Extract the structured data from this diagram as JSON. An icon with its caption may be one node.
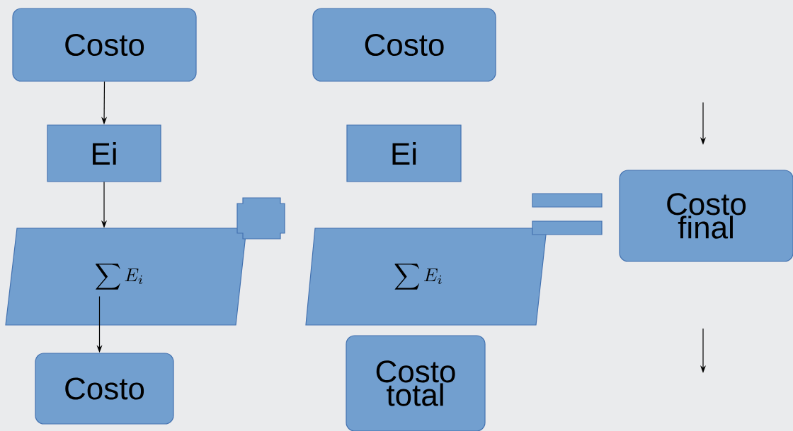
{
  "diagram": {
    "nodes": [
      {
        "text": [
          "Costo"
        ]
      },
      {
        "text": [
          "Ei"
        ]
      },
      {
        "text": [
          "\\sum E_{i}"
        ]
      },
      {
        "text": [
          "Costo"
        ]
      },
      {
        "text": [
          "Costo"
        ]
      },
      {
        "text": [
          "Ei"
        ]
      },
      {
        "text": [
          "\\sum E_{i}"
        ]
      },
      {
        "text": [
          "Costo total"
        ]
      },
      {
        "text": [
          "Costo final"
        ]
      }
    ],
    "edges": [
      {
        "from": 0,
        "to": 1,
        "arrow": "to"
      },
      {
        "from": 1,
        "to": 2,
        "arrow": "to"
      },
      {
        "from": 2,
        "to": 3,
        "arrow": "to"
      }
    ]
  }
}
